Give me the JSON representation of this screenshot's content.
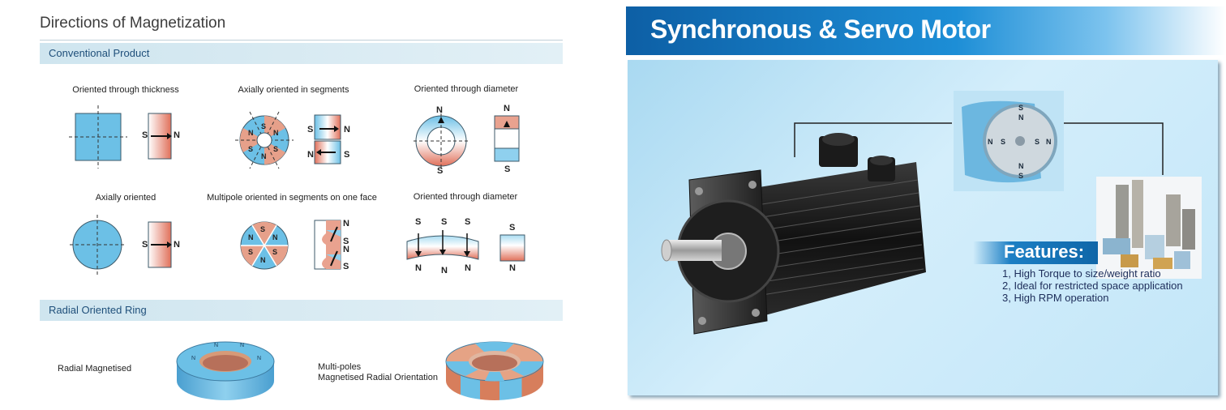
{
  "left": {
    "title": "Directions of Magnetization",
    "band1": "Conventional Product",
    "band2": "Radial Oriented Ring",
    "captions": {
      "c1": "Oriented through thickness",
      "c2": "Axially oriented in segments",
      "c3": "Oriented through diameter",
      "c4": "Axially oriented",
      "c5": "Multipole oriented in segments on one face",
      "c6": "Oriented through diameter"
    },
    "ring1": "Radial Magnetised",
    "ring2_line1": "Multi-poles",
    "ring2_line2": "Magnetised Radial Orientation",
    "poles": {
      "n": "N",
      "s": "S"
    }
  },
  "right": {
    "title": "Synchronous & Servo Motor",
    "features_title": "Features:",
    "features": [
      "1, High Torque to size/weight ratio",
      "2, Ideal for restricted space application",
      "3, High RPM operation"
    ]
  },
  "colors": {
    "band": "#d7eaf3",
    "band_text": "#1f4f7a",
    "magnet_blue": "#6cc0e6",
    "magnet_red": "#e0705a",
    "header_blue": "#0d5fa5",
    "feature_text": "#1d2d5a"
  }
}
